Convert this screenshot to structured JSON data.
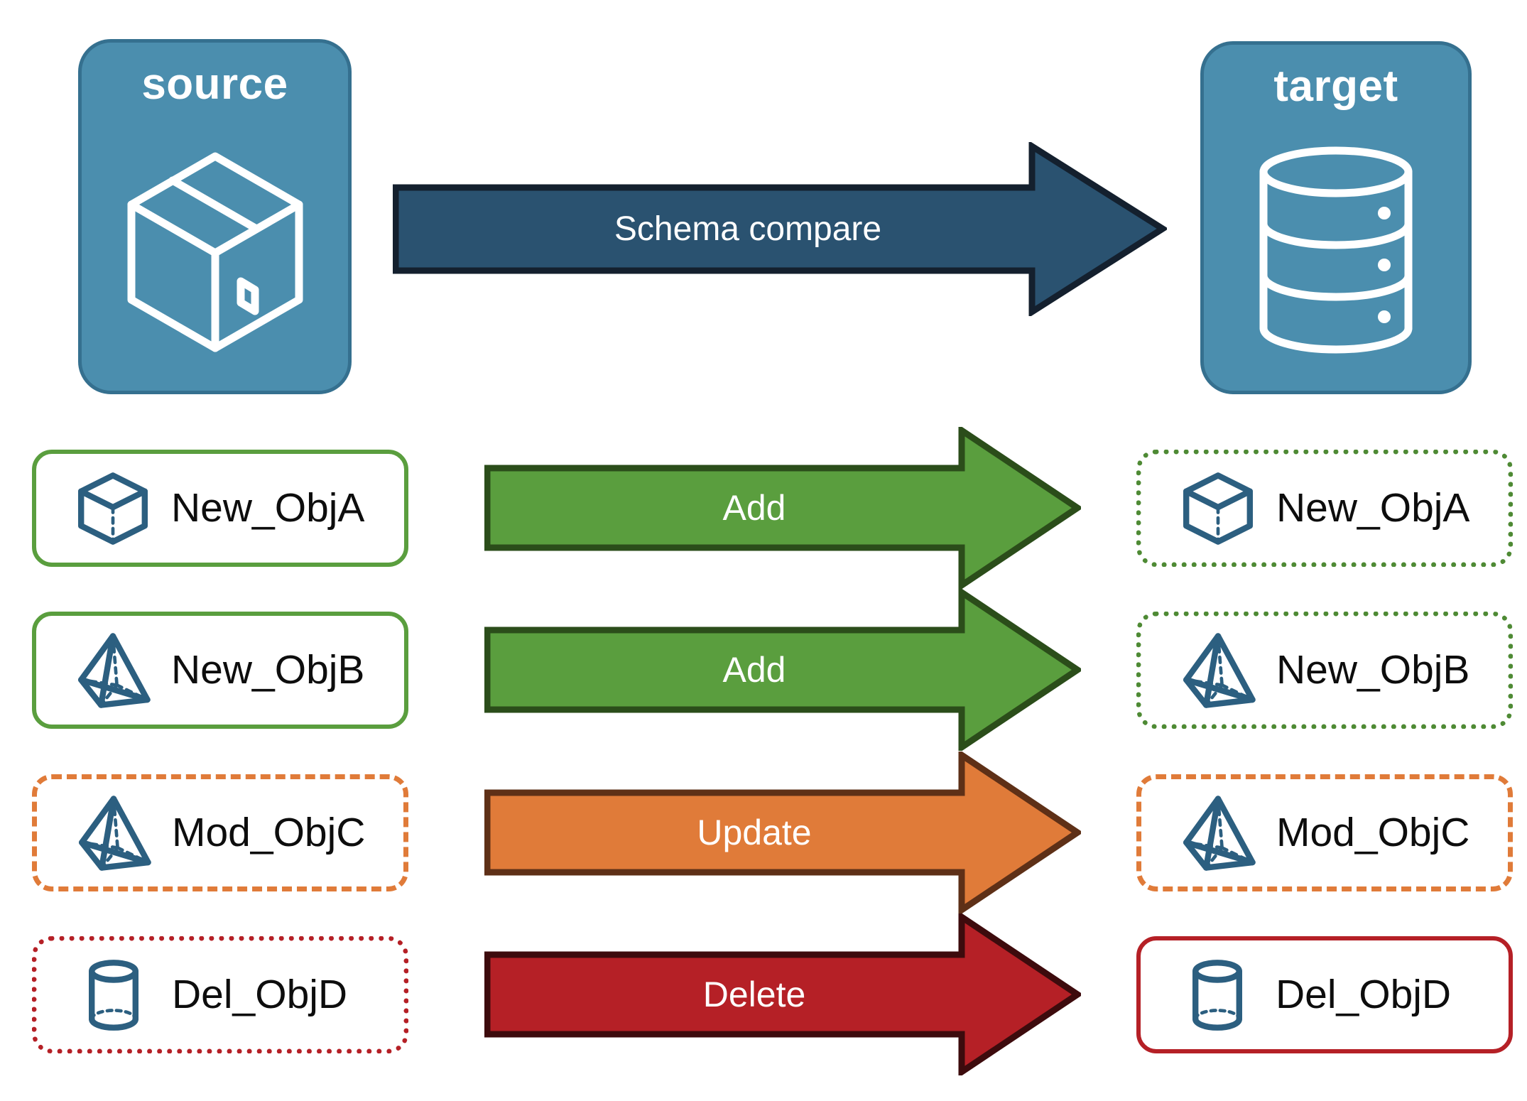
{
  "diagram": {
    "title": "Schema compare source to target",
    "endpoints": [
      {
        "id": "source",
        "label": "source",
        "icon": "package-box-icon"
      },
      {
        "id": "target",
        "label": "target",
        "icon": "database-cylinder-icon"
      }
    ],
    "main_arrow": {
      "label": "Schema compare",
      "fill": "#2a5270",
      "stroke": "#14202e"
    },
    "rows": [
      {
        "source": {
          "label": "New_ObjA",
          "icon": "cube-wireframe-icon",
          "border_style": "solid",
          "border_color": "#5a9e3e"
        },
        "arrow": {
          "label": "Add",
          "fill": "#5a9e3e",
          "stroke": "#2b4d1a"
        },
        "target": {
          "label": "New_ObjA",
          "icon": "cube-wireframe-icon",
          "border_style": "dotted",
          "border_color": "#4e8a34"
        }
      },
      {
        "source": {
          "label": "New_ObjB",
          "icon": "pyramid-wireframe-icon",
          "border_style": "solid",
          "border_color": "#5a9e3e"
        },
        "arrow": {
          "label": "Add",
          "fill": "#5a9e3e",
          "stroke": "#2b4d1a"
        },
        "target": {
          "label": "New_ObjB",
          "icon": "pyramid-wireframe-icon",
          "border_style": "dotted",
          "border_color": "#4e8a34"
        }
      },
      {
        "source": {
          "label": "Mod_ObjC",
          "icon": "pyramid-wireframe-icon",
          "border_style": "dashed",
          "border_color": "#e07b39"
        },
        "arrow": {
          "label": "Update",
          "fill": "#e07b39",
          "stroke": "#5e3017"
        },
        "target": {
          "label": "Mod_ObjC",
          "icon": "pyramid-wireframe-icon",
          "border_style": "dashed",
          "border_color": "#e07b39"
        }
      },
      {
        "source": {
          "label": "Del_ObjD",
          "icon": "cylinder-wireframe-icon",
          "border_style": "dotted",
          "border_color": "#b52026"
        },
        "arrow": {
          "label": "Delete",
          "fill": "#b52026",
          "stroke": "#3d0b0d"
        },
        "target": {
          "label": "Del_ObjD",
          "icon": "cylinder-wireframe-icon",
          "border_style": "solid",
          "border_color": "#b52026"
        }
      }
    ],
    "colors": {
      "panel_fill": "#4b8eae",
      "panel_stroke": "#35708f",
      "icon_stroke": "#2c5f80",
      "add_green": "#5a9e3e",
      "update_orange": "#e07b39",
      "delete_red": "#b52026",
      "compare_blue": "#2a5270",
      "background": "#ffffff"
    }
  }
}
